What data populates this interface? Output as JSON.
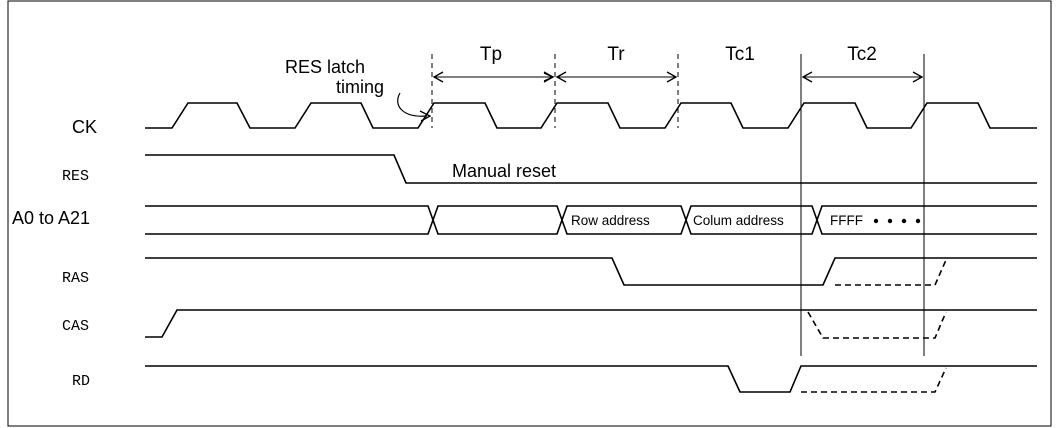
{
  "signals": {
    "ck": "CK",
    "res": "RES",
    "addr": "A0 to A21",
    "ras": "RAS",
    "cas": "CAS",
    "rd": "RD"
  },
  "periods": {
    "tp": "Tp",
    "tr": "Tr",
    "tc1": "Tc1",
    "tc2": "Tc2"
  },
  "annotations": {
    "res_latch_line1": "RES latch",
    "res_latch_line2": "timing",
    "manual_reset": "Manual reset"
  },
  "bus_values": {
    "row": "Row address",
    "col": "Colum address",
    "ffff": "FFFF"
  }
}
